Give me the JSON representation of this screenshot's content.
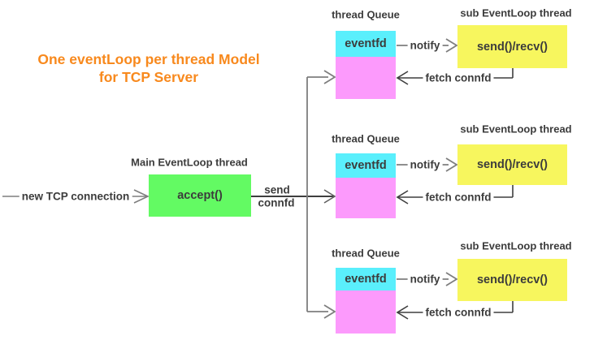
{
  "title": {
    "line1": "One eventLoop per thread Model",
    "line2": "for TCP Server"
  },
  "main_thread": {
    "label": "Main EventLoop thread",
    "box_label": "accept()"
  },
  "flow": {
    "incoming_label": "new TCP connection",
    "send_line1": "send",
    "send_line2": "connfd"
  },
  "workers": [
    {
      "queue_title": "thread Queue",
      "queue_header": "eventfd",
      "loop_title": "sub EventLoop thread",
      "loop_box_label": "send()/recv()",
      "notify_label": "notify",
      "fetch_label": "fetch connfd"
    },
    {
      "queue_title": "thread Queue",
      "queue_header": "eventfd",
      "loop_title": "sub EventLoop thread",
      "loop_box_label": "send()/recv()",
      "notify_label": "notify",
      "fetch_label": "fetch connfd"
    },
    {
      "queue_title": "thread Queue",
      "queue_header": "eventfd",
      "loop_title": "sub EventLoop thread",
      "loop_box_label": "send()/recv()",
      "notify_label": "notify",
      "fetch_label": "fetch connfd"
    }
  ],
  "colors": {
    "title_color": "#f8891d",
    "accept_green": "#63fa63",
    "eventfd_cyan": "#5aeffc",
    "queue_pink": "#fc9afc",
    "worker_yellow": "#f7f65e",
    "text_dark": "#3c3c3c",
    "wire_gray": "#7e7e7e",
    "wire_dark": "#3e3e3e"
  }
}
